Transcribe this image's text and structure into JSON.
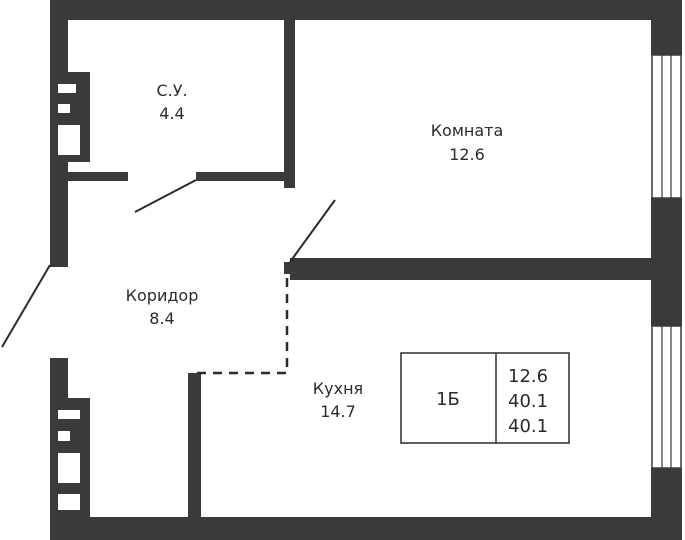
{
  "rooms": [
    {
      "name": "С.У.",
      "area": "4.4"
    },
    {
      "name": "Комната",
      "area": "12.6"
    },
    {
      "name": "Коридор",
      "area": "8.4"
    },
    {
      "name": "Кухня",
      "area": "14.7"
    }
  ],
  "info": {
    "type": "1Б",
    "living_area": "12.6",
    "total_area": "40.1",
    "total_area_2": "40.1"
  },
  "colors": {
    "wall": "#3a3a3a",
    "background": "#ffffff",
    "text": "#2b2b2b"
  }
}
